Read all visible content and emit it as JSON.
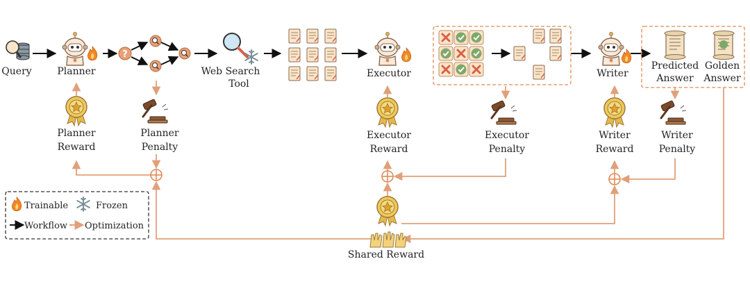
{
  "nodes": {
    "query": "Query",
    "planner": "Planner",
    "web_search": [
      "Web Search",
      "Tool"
    ],
    "executor": "Executor",
    "writer": "Writer",
    "predicted_answer": [
      "Predicted",
      "Answer"
    ],
    "golden_answer": [
      "Golden",
      "Answer"
    ],
    "planner_reward": [
      "Planner",
      "Reward"
    ],
    "planner_penalty": [
      "Planner",
      "Penalty"
    ],
    "executor_reward": [
      "Executor",
      "Reward"
    ],
    "executor_penalty": [
      "Executor",
      "Penalty"
    ],
    "writer_reward": [
      "Writer",
      "Reward"
    ],
    "writer_penalty": [
      "Writer",
      "Penalty"
    ],
    "shared_reward": "Shared Reward"
  },
  "legend": {
    "trainable": "Trainable",
    "frozen": "Frozen",
    "workflow": "Workflow",
    "optimization": "Optimization"
  },
  "colors": {
    "workflow": "#111111",
    "optimization": "#e0a07a",
    "accent": "#e08a55",
    "reward_gold": "#e6b84a",
    "fire": "#f08a24",
    "snow": "#7a8f99",
    "check": "#7fa86a",
    "cross": "#d9604a"
  },
  "icons": {
    "query": "search-database-icon",
    "agent": "robot-agent-icon",
    "trainable": "fire-icon",
    "frozen": "snowflake-icon",
    "reward": "medal-icon",
    "penalty": "gavel-icon",
    "document": "document-icon",
    "check": "check-icon",
    "cross": "cross-icon",
    "scroll": "scroll-icon",
    "sum": "circle-plus-icon",
    "hands": "raised-hands-icon"
  }
}
